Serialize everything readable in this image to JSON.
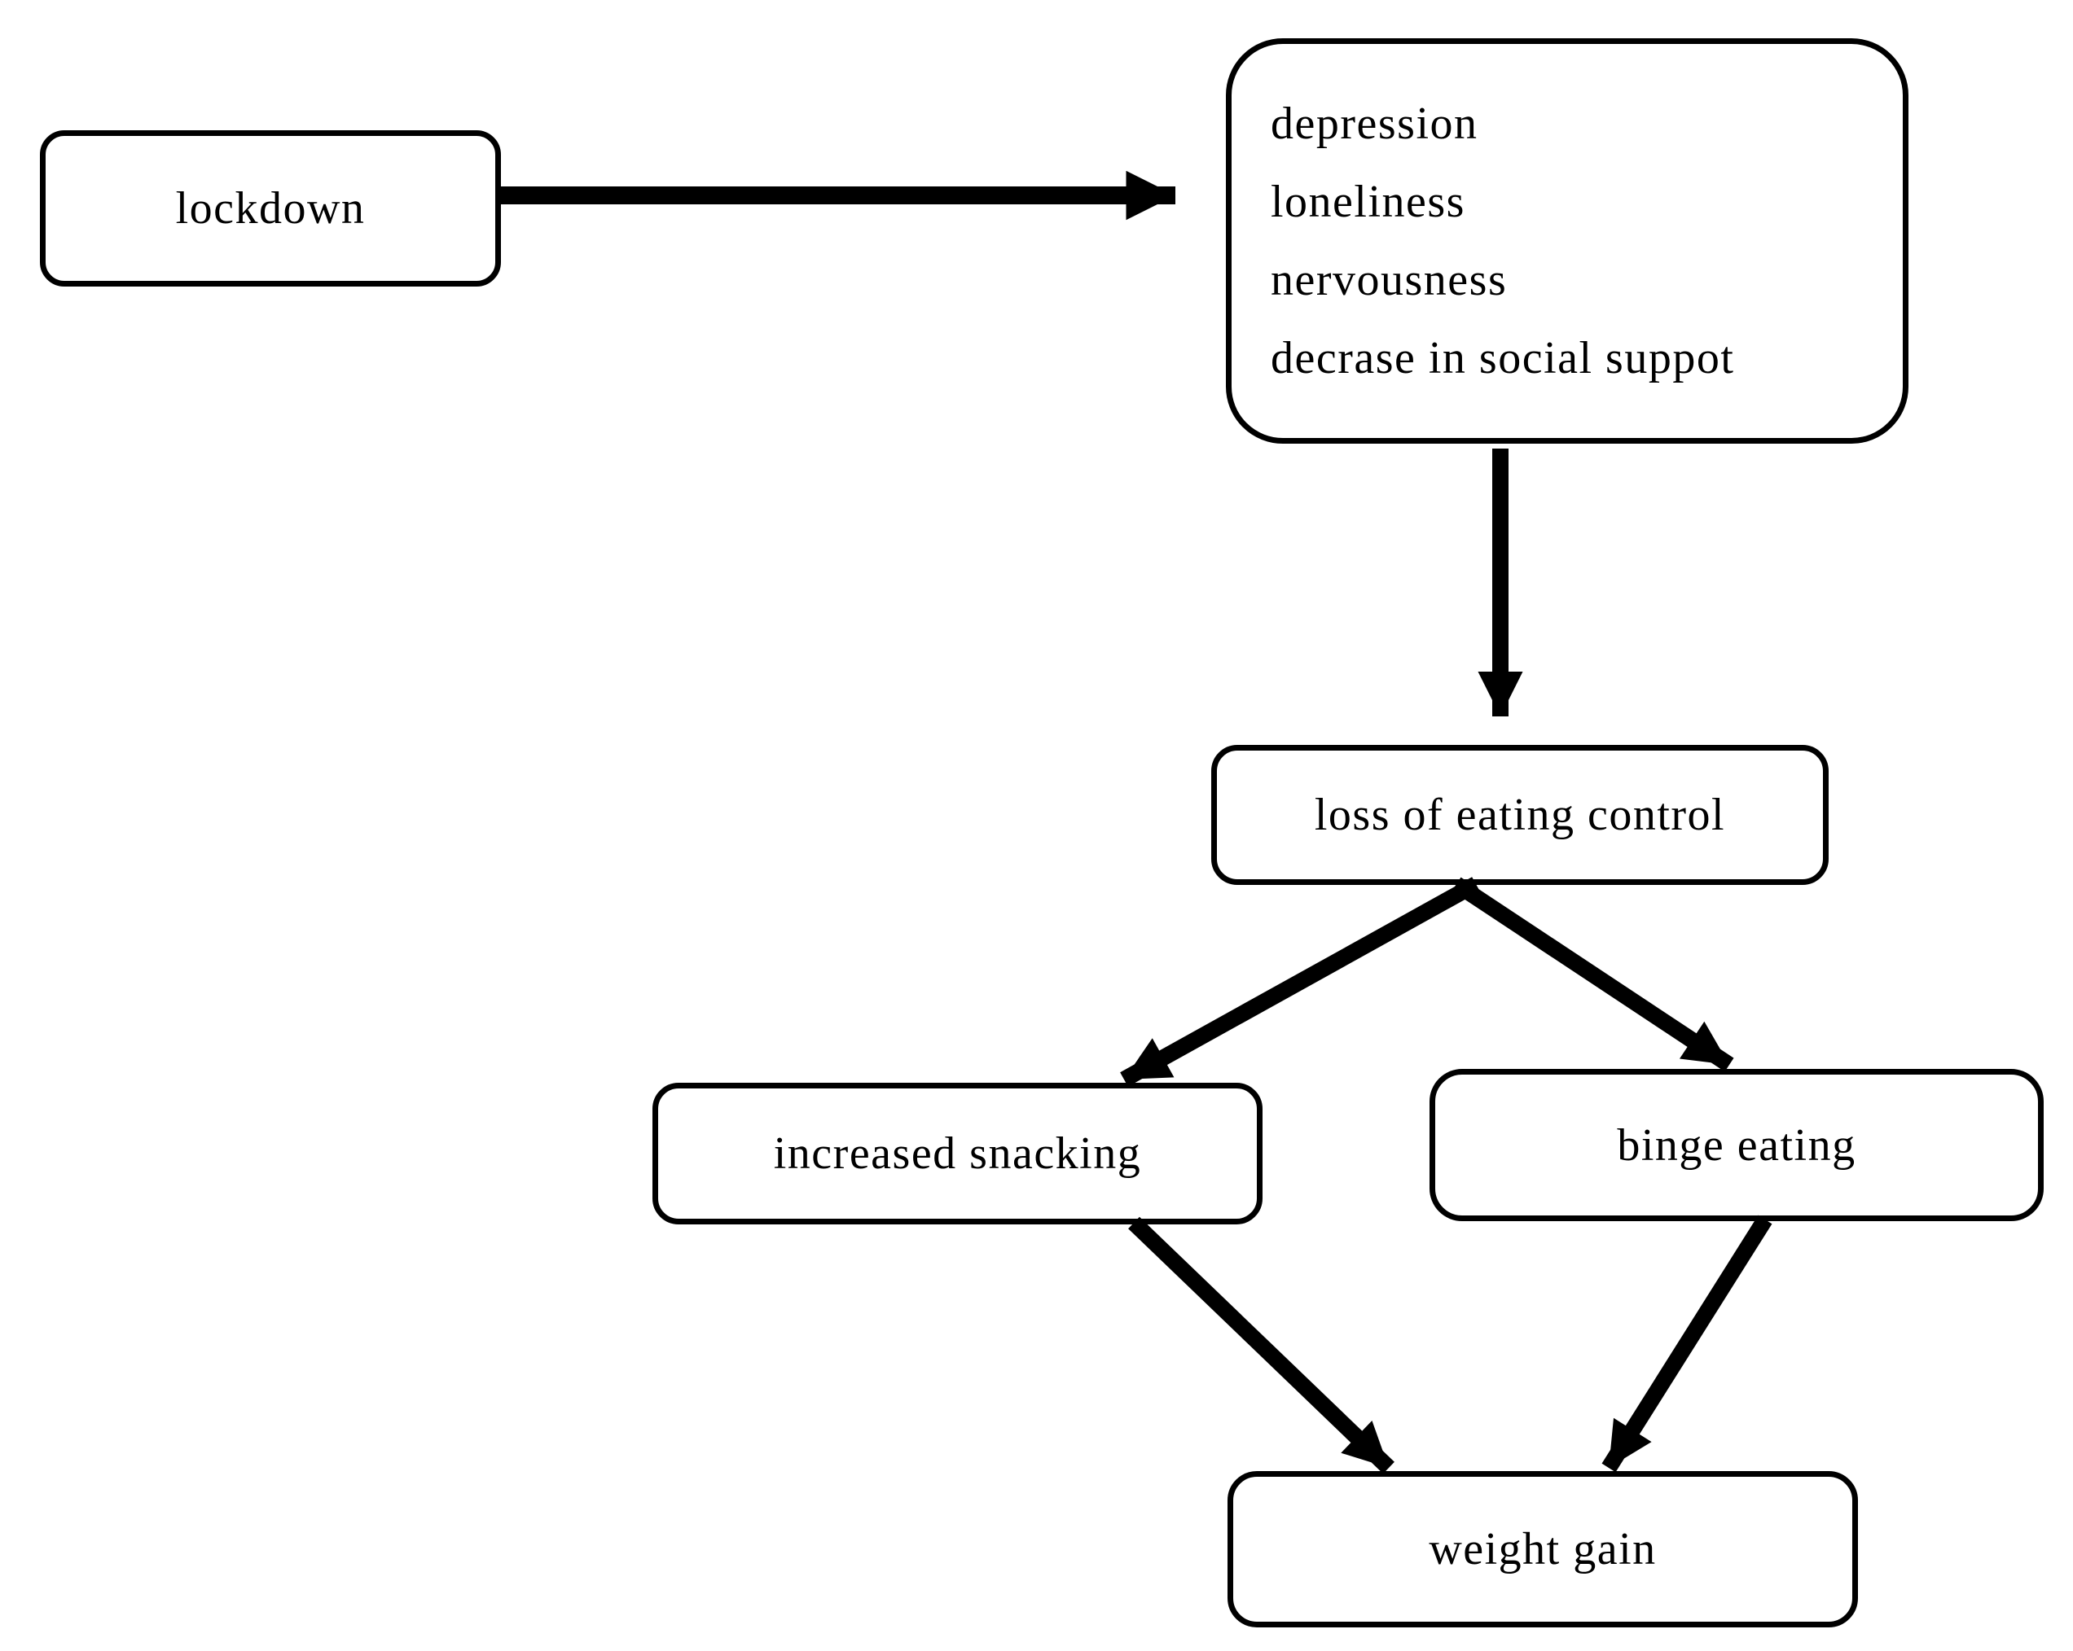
{
  "figure": {
    "background_color": "#ffffff",
    "line_color": "#000000",
    "nodes": {
      "lockdown": {
        "label": "lockdown"
      },
      "factors": {
        "lines": [
          "depression",
          "loneliness",
          "nervousness",
          "decrase in social suppot"
        ]
      },
      "loss_of_eating_control": {
        "label": "loss of eating control"
      },
      "increased_snacking": {
        "label": "increased snacking"
      },
      "binge_eating": {
        "label": "binge eating"
      },
      "weight_gain": {
        "label": "weight gain"
      }
    },
    "edges": [
      {
        "from": "lockdown",
        "to": "factors"
      },
      {
        "from": "factors",
        "to": "loss_of_eating_control"
      },
      {
        "from": "loss_of_eating_control",
        "to": "increased_snacking"
      },
      {
        "from": "loss_of_eating_control",
        "to": "binge_eating"
      },
      {
        "from": "increased_snacking",
        "to": "weight_gain"
      },
      {
        "from": "binge_eating",
        "to": "weight_gain"
      }
    ]
  }
}
